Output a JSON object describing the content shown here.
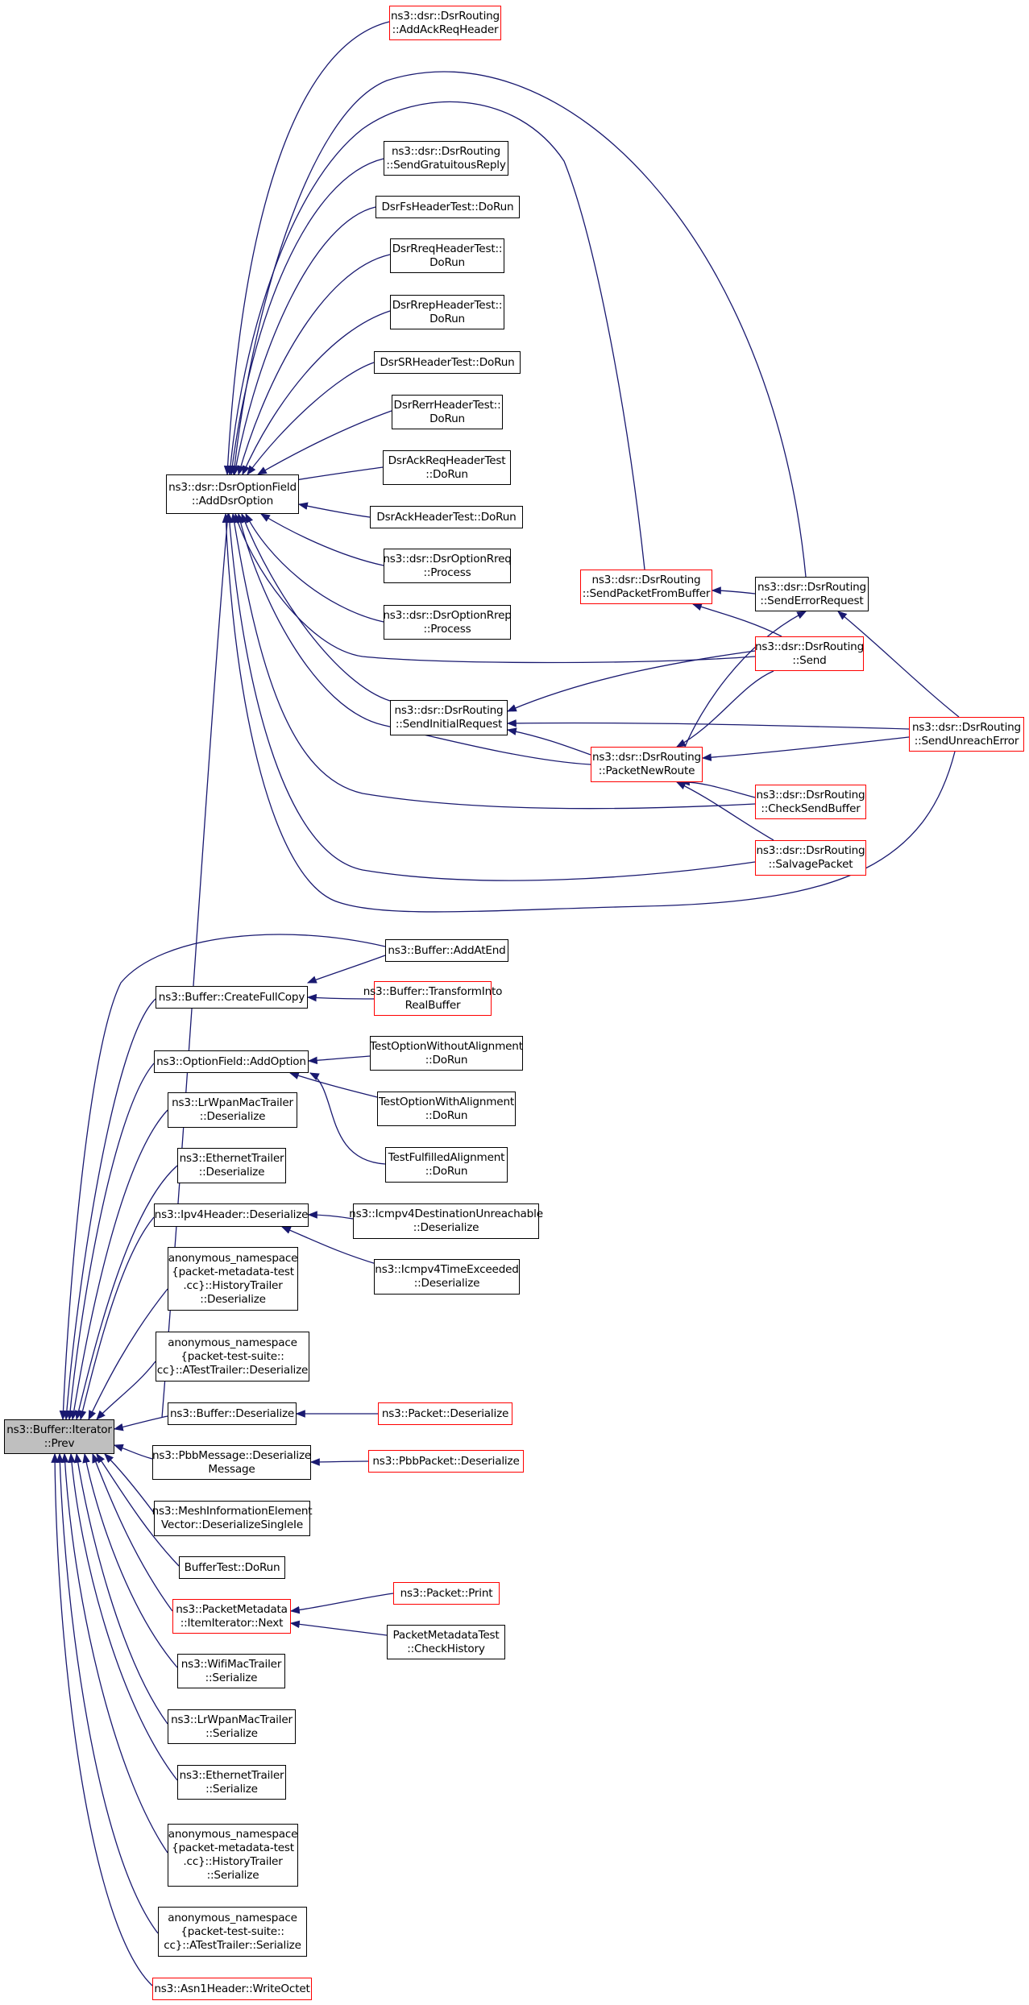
{
  "colors": {
    "edge": "#191970",
    "border": "#000000",
    "border_warn": "#ff0000",
    "focus_fill": "#bfbfbf"
  },
  "nodes": {
    "prev": "ns3::Buffer::Iterator\n::Prev",
    "adddsropt": "ns3::dsr::DsrOptionField\n::AddDsrOption",
    "addackreq": "ns3::dsr::DsrRouting\n::AddAckReqHeader",
    "sendgrat": "ns3::dsr::DsrRouting\n::SendGratuitousReply",
    "fstest": "DsrFsHeaderTest::DoRun",
    "rreqtest": "DsrRreqHeaderTest::\nDoRun",
    "rreptest": "DsrRrepHeaderTest::\nDoRun",
    "srtest": "DsrSRHeaderTest::DoRun",
    "rerrtest": "DsrRerrHeaderTest::\nDoRun",
    "ackreqtest": "DsrAckReqHeaderTest\n::DoRun",
    "acktest": "DsrAckHeaderTest::DoRun",
    "rreqproc": "ns3::dsr::DsrOptionRreq\n::Process",
    "rrepproc": "ns3::dsr::DsrOptionRrep\n::Process",
    "sendinit": "ns3::dsr::DsrRouting\n::SendInitialRequest",
    "sendpfb": "ns3::dsr::DsrRouting\n::SendPacketFromBuffer",
    "senderr": "ns3::dsr::DsrRouting\n::SendErrorRequest",
    "send": "ns3::dsr::DsrRouting\n::Send",
    "pnr": "ns3::dsr::DsrRouting\n::PacketNewRoute",
    "sendunreach": "ns3::dsr::DsrRouting\n::SendUnreachError",
    "checksend": "ns3::dsr::DsrRouting\n::CheckSendBuffer",
    "salvage": "ns3::dsr::DsrRouting\n::SalvagePacket",
    "addatend": "ns3::Buffer::AddAtEnd",
    "createfull": "ns3::Buffer::CreateFullCopy",
    "transform": "ns3::Buffer::TransformInto\nRealBuffer",
    "optaddopt": "ns3::OptionField::AddOption",
    "towo": "TestOptionWithoutAlignment\n::DoRun",
    "towa": "TestOptionWithAlignment\n::DoRun",
    "tofa": "TestFulfilledAlignment\n::DoRun",
    "lrdes": "ns3::LrWpanMacTrailer\n::Deserialize",
    "ethdes": "ns3::EthernetTrailer\n::Deserialize",
    "ipv4des": "ns3::Ipv4Header::Deserialize",
    "icmpdu": "ns3::Icmpv4DestinationUnreachable\n::Deserialize",
    "icmpte": "ns3::Icmpv4TimeExceeded\n::Deserialize",
    "anonhtdes": "anonymous_namespace\n{packet-metadata-test\n.cc}::HistoryTrailer\n::Deserialize",
    "anonattdes": "anonymous_namespace\n{packet-test-suite::\ncc}::ATestTrailer::Deserialize",
    "bufdes": "ns3::Buffer::Deserialize",
    "pktdes": "ns3::Packet::Deserialize",
    "pbbmsg": "ns3::PbbMessage::Deserialize\nMessage",
    "pbbpkt": "ns3::PbbPacket::Deserialize",
    "meshinfo": "ns3::MeshInformationElement\nVector::DeserializeSingleIe",
    "buftest": "BufferTest::DoRun",
    "pmnext": "ns3::PacketMetadata\n::ItemIterator::Next",
    "pktprint": "ns3::Packet::Print",
    "pmtest": "PacketMetadataTest\n::CheckHistory",
    "wifiser": "ns3::WifiMacTrailer\n::Serialize",
    "lrser": "ns3::LrWpanMacTrailer\n::Serialize",
    "ethser": "ns3::EthernetTrailer\n::Serialize",
    "anonhtser": "anonymous_namespace\n{packet-metadata-test\n.cc}::HistoryTrailer\n::Serialize",
    "anonattser": "anonymous_namespace\n{packet-test-suite::\ncc}::ATestTrailer::Serialize",
    "asn1": "ns3::Asn1Header::WriteOctet"
  }
}
